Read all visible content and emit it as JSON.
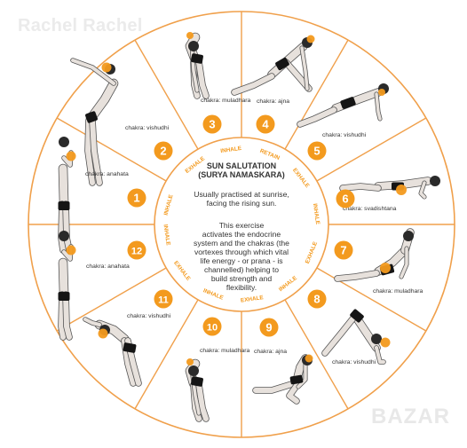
{
  "watermarks": {
    "top": "Rachel Rachel",
    "bottom": "BAZAR"
  },
  "center": {
    "title": "SUN SALUTATION",
    "subtitle": "(SURYA NAMASKARA)",
    "para1": [
      "Usually practised at sunrise,",
      "facing the rising sun."
    ],
    "para2": [
      "This exercise",
      "activates the endocrine",
      "system and the chakras (the",
      "vortexes through which vital",
      "life energy - or prana - is",
      "channelled) helping to",
      "build strength and",
      "flexibility."
    ]
  },
  "breath_labels": [
    "INHALE",
    "EXHALE",
    "INHALE",
    "RETAIN",
    "EXHALE",
    "INHALE",
    "EXHALE",
    "INHALE",
    "EXHALE",
    "INHALE",
    "EXHALE",
    "INHALE"
  ],
  "poses": [
    {
      "number": "1",
      "chakra": "chakra: anahata"
    },
    {
      "number": "2",
      "chakra": "chakra: vishudhi"
    },
    {
      "number": "3",
      "chakra": "chakra: muladhara"
    },
    {
      "number": "4",
      "chakra": "chakra: ajna"
    },
    {
      "number": "5",
      "chakra": "chakra: vishudhi"
    },
    {
      "number": "6",
      "chakra": "chakra: svadishtana"
    },
    {
      "number": "7",
      "chakra": "chakra: muladhara"
    },
    {
      "number": "8",
      "chakra": "chakra: vishudhi"
    },
    {
      "number": "9",
      "chakra": "chakra: ajna"
    },
    {
      "number": "10",
      "chakra": "chakra: muladhara"
    },
    {
      "number": "11",
      "chakra": "chakra: vishudhi"
    },
    {
      "number": "12",
      "chakra": "chakra: anahata"
    }
  ],
  "colors": {
    "accent": "#f39a1e",
    "ring": "#f0a04b",
    "text": "#333333",
    "skin": "#e7e1dc",
    "shorts": "#151515"
  }
}
